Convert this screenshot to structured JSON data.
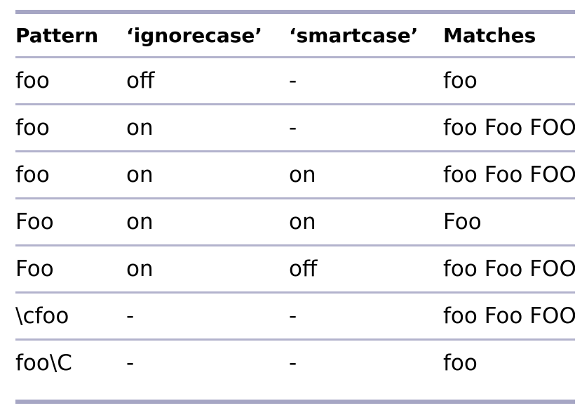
{
  "table": {
    "headers": [
      "Pattern",
      "‘ignorecase’",
      "‘smartcase’",
      "Matches"
    ],
    "rows": [
      [
        "foo",
        "off",
        "-",
        "foo"
      ],
      [
        "foo",
        "on",
        "-",
        "foo Foo FOO"
      ],
      [
        "foo",
        "on",
        "on",
        "foo Foo FOO"
      ],
      [
        "Foo",
        "on",
        "on",
        "Foo"
      ],
      [
        "Foo",
        "on",
        "off",
        "foo Foo FOO"
      ],
      [
        "\\cfoo",
        "-",
        "-",
        "foo Foo FOO"
      ],
      [
        "foo\\C",
        "-",
        "-",
        "foo"
      ]
    ]
  },
  "colors": {
    "rule": "#a6a6c4",
    "row_divider": "#b3b3cd",
    "text": "#000000"
  }
}
